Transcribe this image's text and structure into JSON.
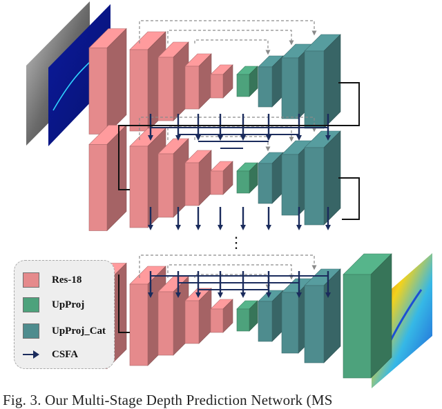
{
  "legend": {
    "items": [
      {
        "key": "res18",
        "label": "Res-18",
        "color": "#e58a8c"
      },
      {
        "key": "upproj",
        "label": "UpProj",
        "color": "#4da27c"
      },
      {
        "key": "upproj_cat",
        "label": "UpProj_Cat",
        "color": "#4e8c8e"
      }
    ],
    "arrow_label": "CSFA",
    "arrow_color": "#1a2b5c"
  },
  "caption": "Fig. 3. Our Multi-Stage Depth Prediction Network (MS",
  "ellipsis": "⋮",
  "colors": {
    "res18": "#e58a8c",
    "upproj": "#4da27c",
    "upproj_cat": "#4e8c8e",
    "csfa": "#1a2b5c",
    "skip": "#8a8a8a"
  },
  "icons": [
    "csfa-arrow-icon"
  ]
}
